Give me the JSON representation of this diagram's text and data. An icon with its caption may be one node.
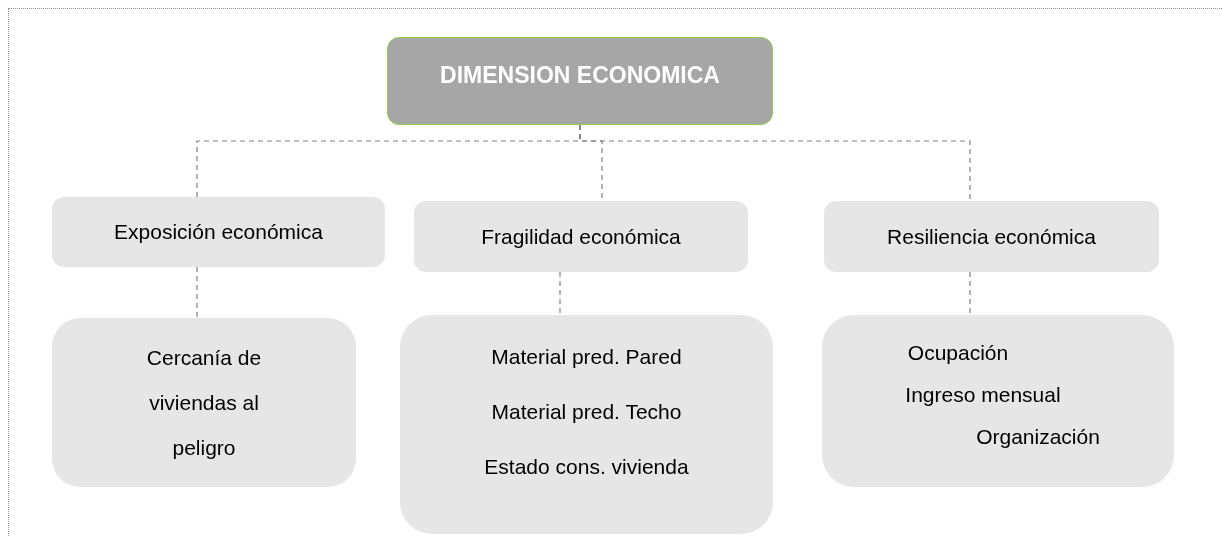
{
  "diagram": {
    "nodes": [
      {
        "text": [
          "DIMENSION ECONOMICA"
        ]
      },
      {
        "text": [
          "Exposición económica"
        ]
      },
      {
        "text": [
          "Fragilidad económica"
        ]
      },
      {
        "text": [
          "Resiliencia económica"
        ]
      },
      {
        "text": [
          "Cercanía de viviendas al peligro"
        ]
      },
      {
        "text": [
          "Material pred. Pared",
          "Material pred. Techo",
          "Estado cons. vivienda"
        ]
      },
      {
        "text": [
          "Ocupación",
          "Ingreso mensual",
          "Organización"
        ]
      }
    ],
    "edges": [
      {
        "from": 0,
        "to": 1,
        "arrow": "none",
        "style": "dashed"
      },
      {
        "from": 0,
        "to": 2,
        "arrow": "none",
        "style": "dashed"
      },
      {
        "from": 0,
        "to": 3,
        "arrow": "none",
        "style": "dashed"
      },
      {
        "from": 1,
        "to": 4,
        "arrow": "none",
        "style": "dashed"
      },
      {
        "from": 2,
        "to": 5,
        "arrow": "none",
        "style": "dashed"
      },
      {
        "from": 3,
        "to": 6,
        "arrow": "none",
        "style": "dashed"
      }
    ]
  }
}
